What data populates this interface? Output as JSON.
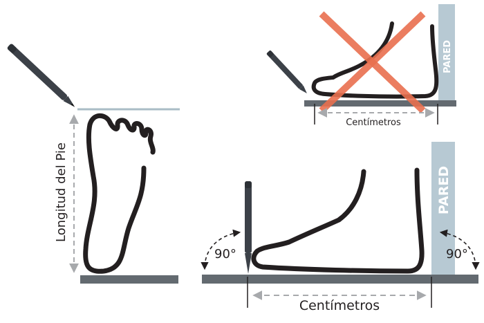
{
  "labels": {
    "foot_length": "Longitud del Pie",
    "wall_top": "PARED",
    "wall_bottom": "PARED",
    "cm_top": "Centímetros",
    "cm_bottom": "Centímetros",
    "angle_left": "90°",
    "angle_right": "90°"
  },
  "colors": {
    "outline": "#231f20",
    "floor": "#636a70",
    "wall": "#b7c9d3",
    "guide": "#a9bcc6",
    "dash": "#a7a9ac",
    "wrong_mark": "#e9704f"
  },
  "icons": [
    "pencil-icon",
    "cross-mark-icon",
    "angle-arrow-icon"
  ]
}
